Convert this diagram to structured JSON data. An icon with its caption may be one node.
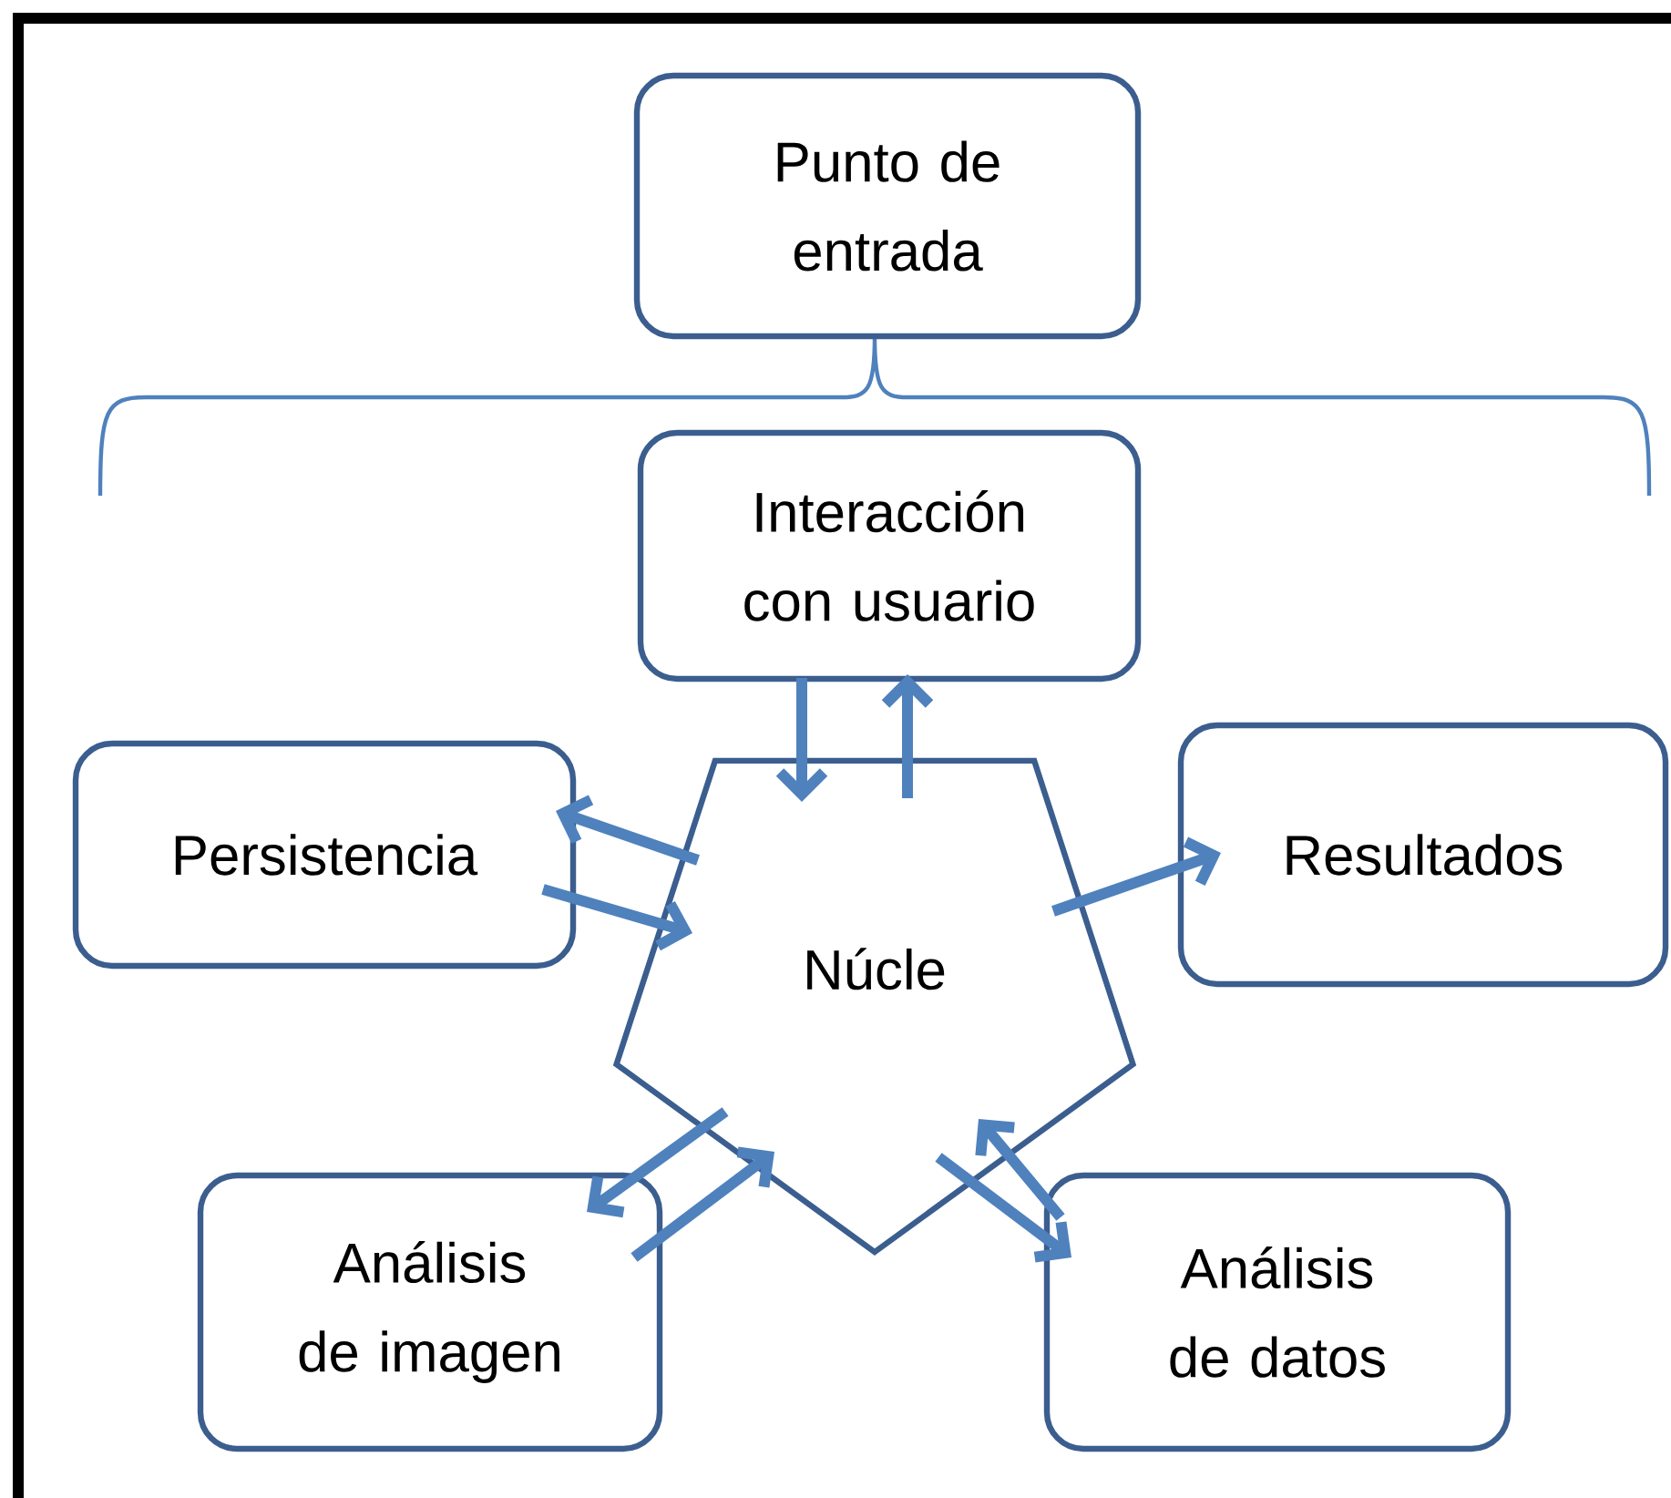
{
  "diagram": {
    "nodes": [
      {
        "text": [
          "Punto de entrada"
        ]
      },
      {
        "text": [
          "Interacción con usuario"
        ]
      },
      {
        "text": [
          "Persistencia"
        ]
      },
      {
        "text": [
          "Núcle"
        ]
      },
      {
        "text": [
          "Resultados"
        ]
      },
      {
        "text": [
          "Análisis de imagen"
        ]
      },
      {
        "text": [
          "Análisis de datos"
        ]
      }
    ],
    "edges": [
      {
        "from": 1,
        "to": 3,
        "arrow": "to"
      },
      {
        "from": 3,
        "to": 1,
        "arrow": "to"
      },
      {
        "from": 3,
        "to": 2,
        "arrow": "to"
      },
      {
        "from": 2,
        "to": 3,
        "arrow": "to"
      },
      {
        "from": 3,
        "to": 4,
        "arrow": "to"
      },
      {
        "from": 3,
        "to": 5,
        "arrow": "to"
      },
      {
        "from": 5,
        "to": 3,
        "arrow": "to"
      },
      {
        "from": 6,
        "to": 3,
        "arrow": "to"
      },
      {
        "from": 3,
        "to": 6,
        "arrow": "to"
      }
    ]
  }
}
